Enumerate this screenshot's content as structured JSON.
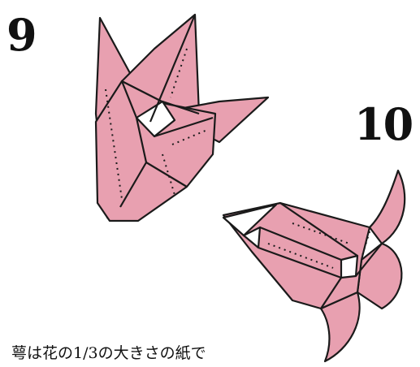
{
  "steps": [
    {
      "number": "9"
    },
    {
      "number": "10"
    }
  ],
  "caption": "萼は花の1/3の大きさの紙で",
  "colors": {
    "paper": "#e8a0b0",
    "paper_dark": "#d07890",
    "line": "#1a1a1a",
    "white_inner": "#ffffff"
  }
}
